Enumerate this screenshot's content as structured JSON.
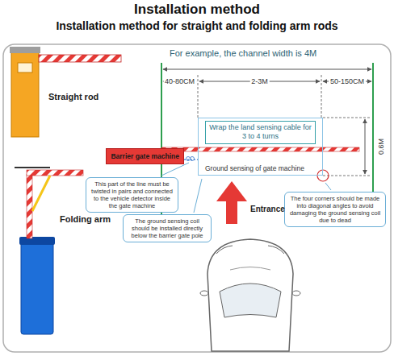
{
  "diagram": {
    "title": "Installation method",
    "nodes": [
      {
        "text": [
          "Barrier gate machine"
        ]
      },
      {
        "text": [
          "Ground sensing of gate machine"
        ]
      },
      {
        "text": [
          "Wrap the land sensing cable for 3 to 4 turns"
        ],
        "in": 1
      },
      {
        "text": [
          "This part of the line must be twisted in pairs and connected to the vehicle detector inside the gate machine"
        ]
      },
      {
        "text": [
          "The ground sensing coil should be installed directly below the barrier gate pole"
        ]
      },
      {
        "text": [
          "The four corners should be made into diagonal angles to avoid damaging the ground sensing coil due to dead"
        ]
      }
    ],
    "edges": [
      {
        "from": 0,
        "to": 1,
        "arrow": "none"
      }
    ],
    "labels": [
      "Installation method for straight and folding arm rods",
      "Straight rod",
      "Folding arm",
      "For example, the channel width is 4M",
      "40-80CM",
      "2-3M",
      "50-150CM",
      "0.6M",
      "Entrance"
    ]
  }
}
